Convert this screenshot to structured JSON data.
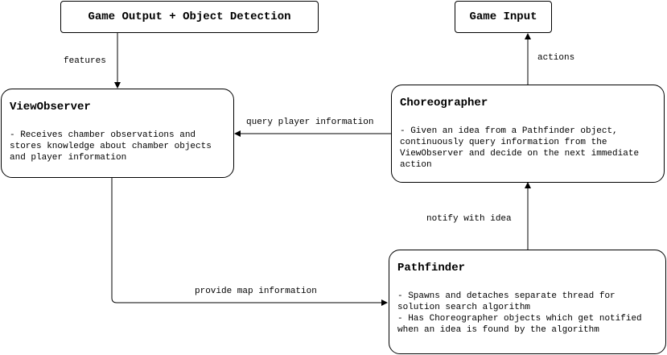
{
  "nodes": {
    "game_output": {
      "title": "Game Output + Object Detection"
    },
    "game_input": {
      "title": "Game Input"
    },
    "view_observer": {
      "title": "ViewObserver",
      "lines": [
        "- Receives chamber observations and",
        "stores knowledge about chamber objects",
        "and player information"
      ]
    },
    "choreographer": {
      "title": "Choreographer",
      "lines": [
        "- Given an idea from a Pathfinder object,",
        "continuously query information from the",
        "ViewObserver and decide on the next immediate",
        "action"
      ]
    },
    "pathfinder": {
      "title": "Pathfinder",
      "lines": [
        "- Spawns and detaches separate thread for",
        "solution search algorithm",
        "- Has Choreographer objects which get notified",
        "when an idea is found by the algorithm"
      ]
    }
  },
  "edges": {
    "features": "features",
    "actions": "actions",
    "query": "query player information",
    "map": "provide map information",
    "notify": "notify with idea"
  },
  "colors": {
    "stroke": "#000000",
    "background": "#ffffff"
  }
}
